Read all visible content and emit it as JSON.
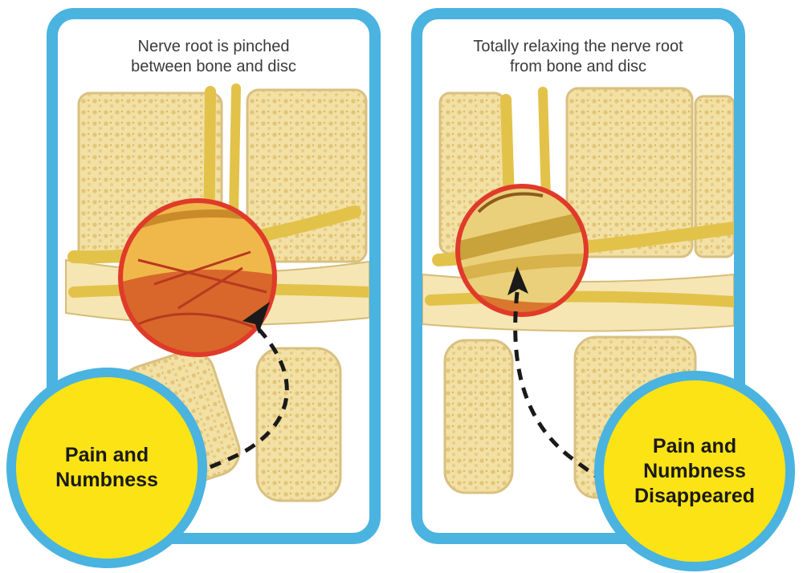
{
  "panels": [
    {
      "title": "Nerve root is pinched\nbetween bone and disc",
      "badge": "Pain and\nNumbness"
    },
    {
      "title": "Totally relaxing the nerve root\nfrom bone and disc",
      "badge": "Pain and\nNumbness\nDisappeared"
    }
  ],
  "colors": {
    "frame": "#4ab3e0",
    "badge": "#fbe316",
    "bone": "#f2e0a4",
    "nerve": "#e8c94c",
    "highlight_ring": "#e03a2a"
  }
}
